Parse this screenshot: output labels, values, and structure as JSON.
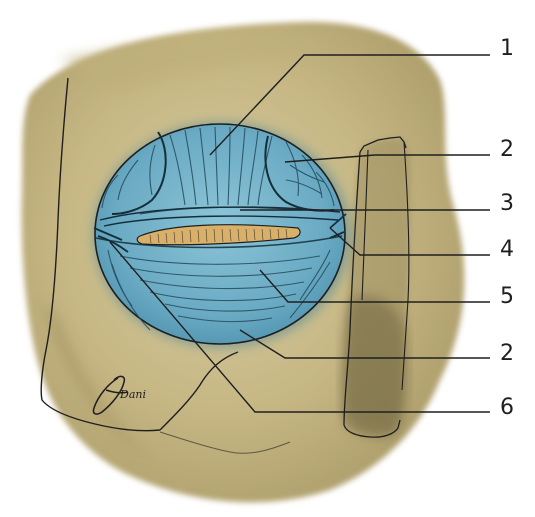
{
  "diagram": {
    "callouts": [
      {
        "id": "c1",
        "label": "1"
      },
      {
        "id": "c2a",
        "label": "2"
      },
      {
        "id": "c3",
        "label": "3"
      },
      {
        "id": "c4",
        "label": "4"
      },
      {
        "id": "c5",
        "label": "5"
      },
      {
        "id": "c2b",
        "label": "2"
      },
      {
        "id": "c6",
        "label": "6"
      }
    ],
    "signature": "Dani"
  },
  "colors": {
    "bone": "#c8b98a",
    "bone_dark": "#9a8d5f",
    "orbit_blue": "#6fb0c8",
    "orbit_blue_dark": "#3f86a3",
    "tarsus": "#d9b06a",
    "ink": "#1f1f1f"
  }
}
